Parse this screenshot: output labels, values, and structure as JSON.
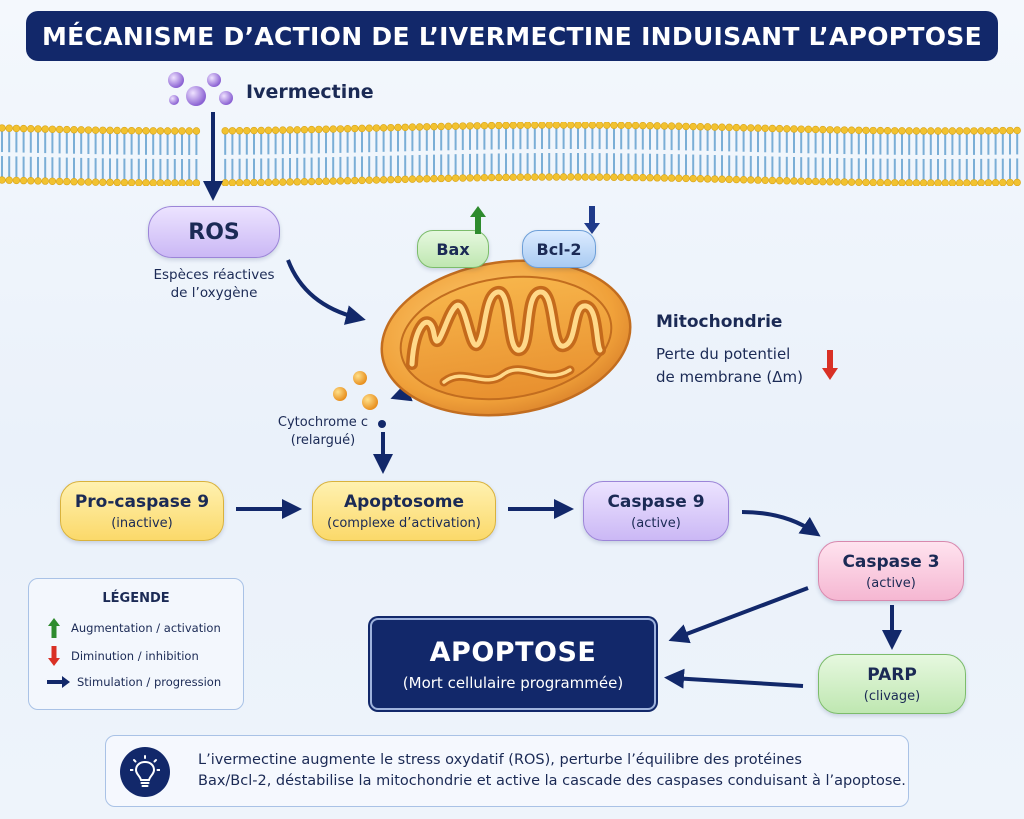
{
  "title": "MÉCANISME D’ACTION DE L’IVERMECTINE INDUISANT L’APOPTOSE",
  "ivermectine": "Ivermectine",
  "ros": {
    "label": "ROS",
    "desc_line1": "Espèces réactives",
    "desc_line2": "de l’oxygène"
  },
  "bax": {
    "label": "Bax",
    "trend": "up"
  },
  "bcl2": {
    "label": "Bcl-2",
    "trend": "down"
  },
  "mitochondrie": {
    "label": "Mitochondrie",
    "desc_line1": "Perte du potentiel",
    "desc_line2": "de membrane (Δm)"
  },
  "cytochrome": {
    "line1": "Cytochrome c",
    "line2": "(relargué)"
  },
  "procaspase9": {
    "label": "Pro-caspase 9",
    "state": "(inactive)"
  },
  "apoptosome": {
    "label": "Apoptosome",
    "state": "(complexe d’activation)"
  },
  "caspase9": {
    "label": "Caspase 9",
    "state": "(active)"
  },
  "caspase3": {
    "label": "Caspase 3",
    "state": "(active)"
  },
  "parp": {
    "label": "PARP",
    "state": "(clivage)"
  },
  "apoptose": {
    "label": "APOPTOSE",
    "sub": "(Mort cellulaire programmée)"
  },
  "legend": {
    "title": "LÉGENDE",
    "items": [
      {
        "label": "Augmentation / activation",
        "icon": "green-up-arrow-icon"
      },
      {
        "label": "Diminution / inhibition",
        "icon": "red-down-arrow-icon"
      },
      {
        "label": "Stimulation / progression",
        "icon": "navy-right-arrow-icon"
      }
    ]
  },
  "summary": {
    "line1": "L’ivermectine augmente le stress oxydatif (ROS), perturbe l’équilibre des protéines",
    "line2": "Bax/Bcl-2, déstabilise la mitochondrie et active la cascade des caspases conduisant à l’apoptose."
  },
  "colors": {
    "navy": "#12286a",
    "up_arrow": "#2e8b2e",
    "down_arrow": "#d93025",
    "membrane_head": "#f2c230",
    "membrane_tail": "#7aaed6"
  }
}
